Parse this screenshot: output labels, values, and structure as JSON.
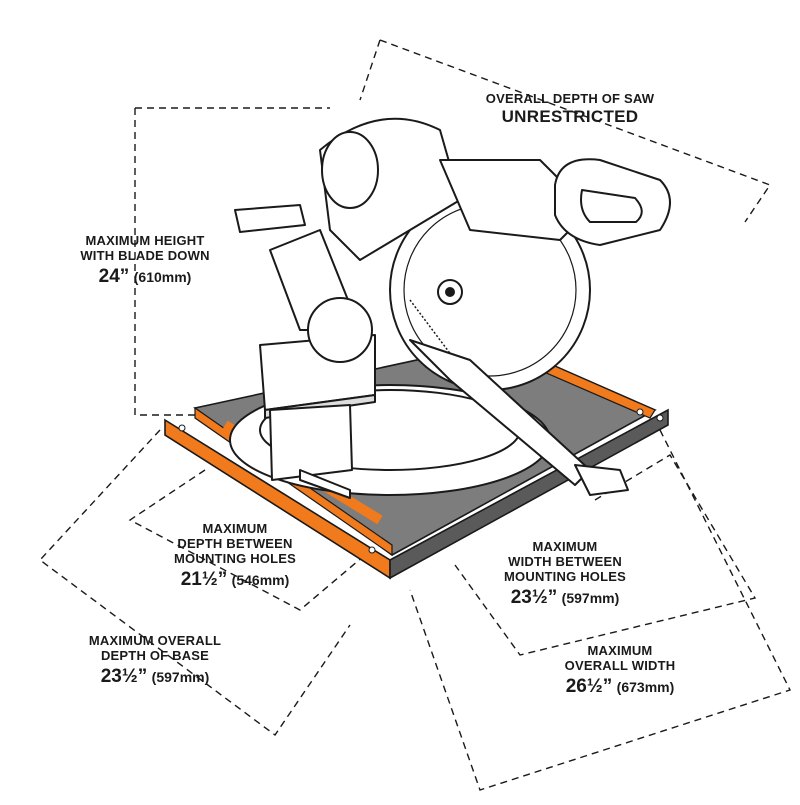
{
  "colors": {
    "accent": "#f07a1c",
    "line": "#1a1a1a",
    "tray": "#7d7d7d"
  },
  "annotations": {
    "overall_depth_of_saw": {
      "line1": "OVERALL DEPTH OF SAW",
      "value": "UNRESTRICTED"
    },
    "max_height": {
      "line1": "MAXIMUM HEIGHT",
      "line2": "WITH BLADE DOWN",
      "value": "24”",
      "unit": "(610mm)"
    },
    "depth_between_holes": {
      "line1": "MAXIMUM",
      "line2": "DEPTH BETWEEN",
      "line3": "MOUNTING HOLES",
      "value": "21½”",
      "unit": "(546mm)"
    },
    "width_between_holes": {
      "line1": "MAXIMUM",
      "line2": "WIDTH BETWEEN",
      "line3": "MOUNTING HOLES",
      "value": "23½”",
      "unit": "(597mm)"
    },
    "overall_depth_base": {
      "line1": "MAXIMUM OVERALL",
      "line2": "DEPTH OF BASE",
      "value": "23½”",
      "unit": "(597mm)"
    },
    "overall_width": {
      "line1": "MAXIMUM",
      "line2": "OVERALL WIDTH",
      "value": "26½”",
      "unit": "(673mm)"
    }
  }
}
